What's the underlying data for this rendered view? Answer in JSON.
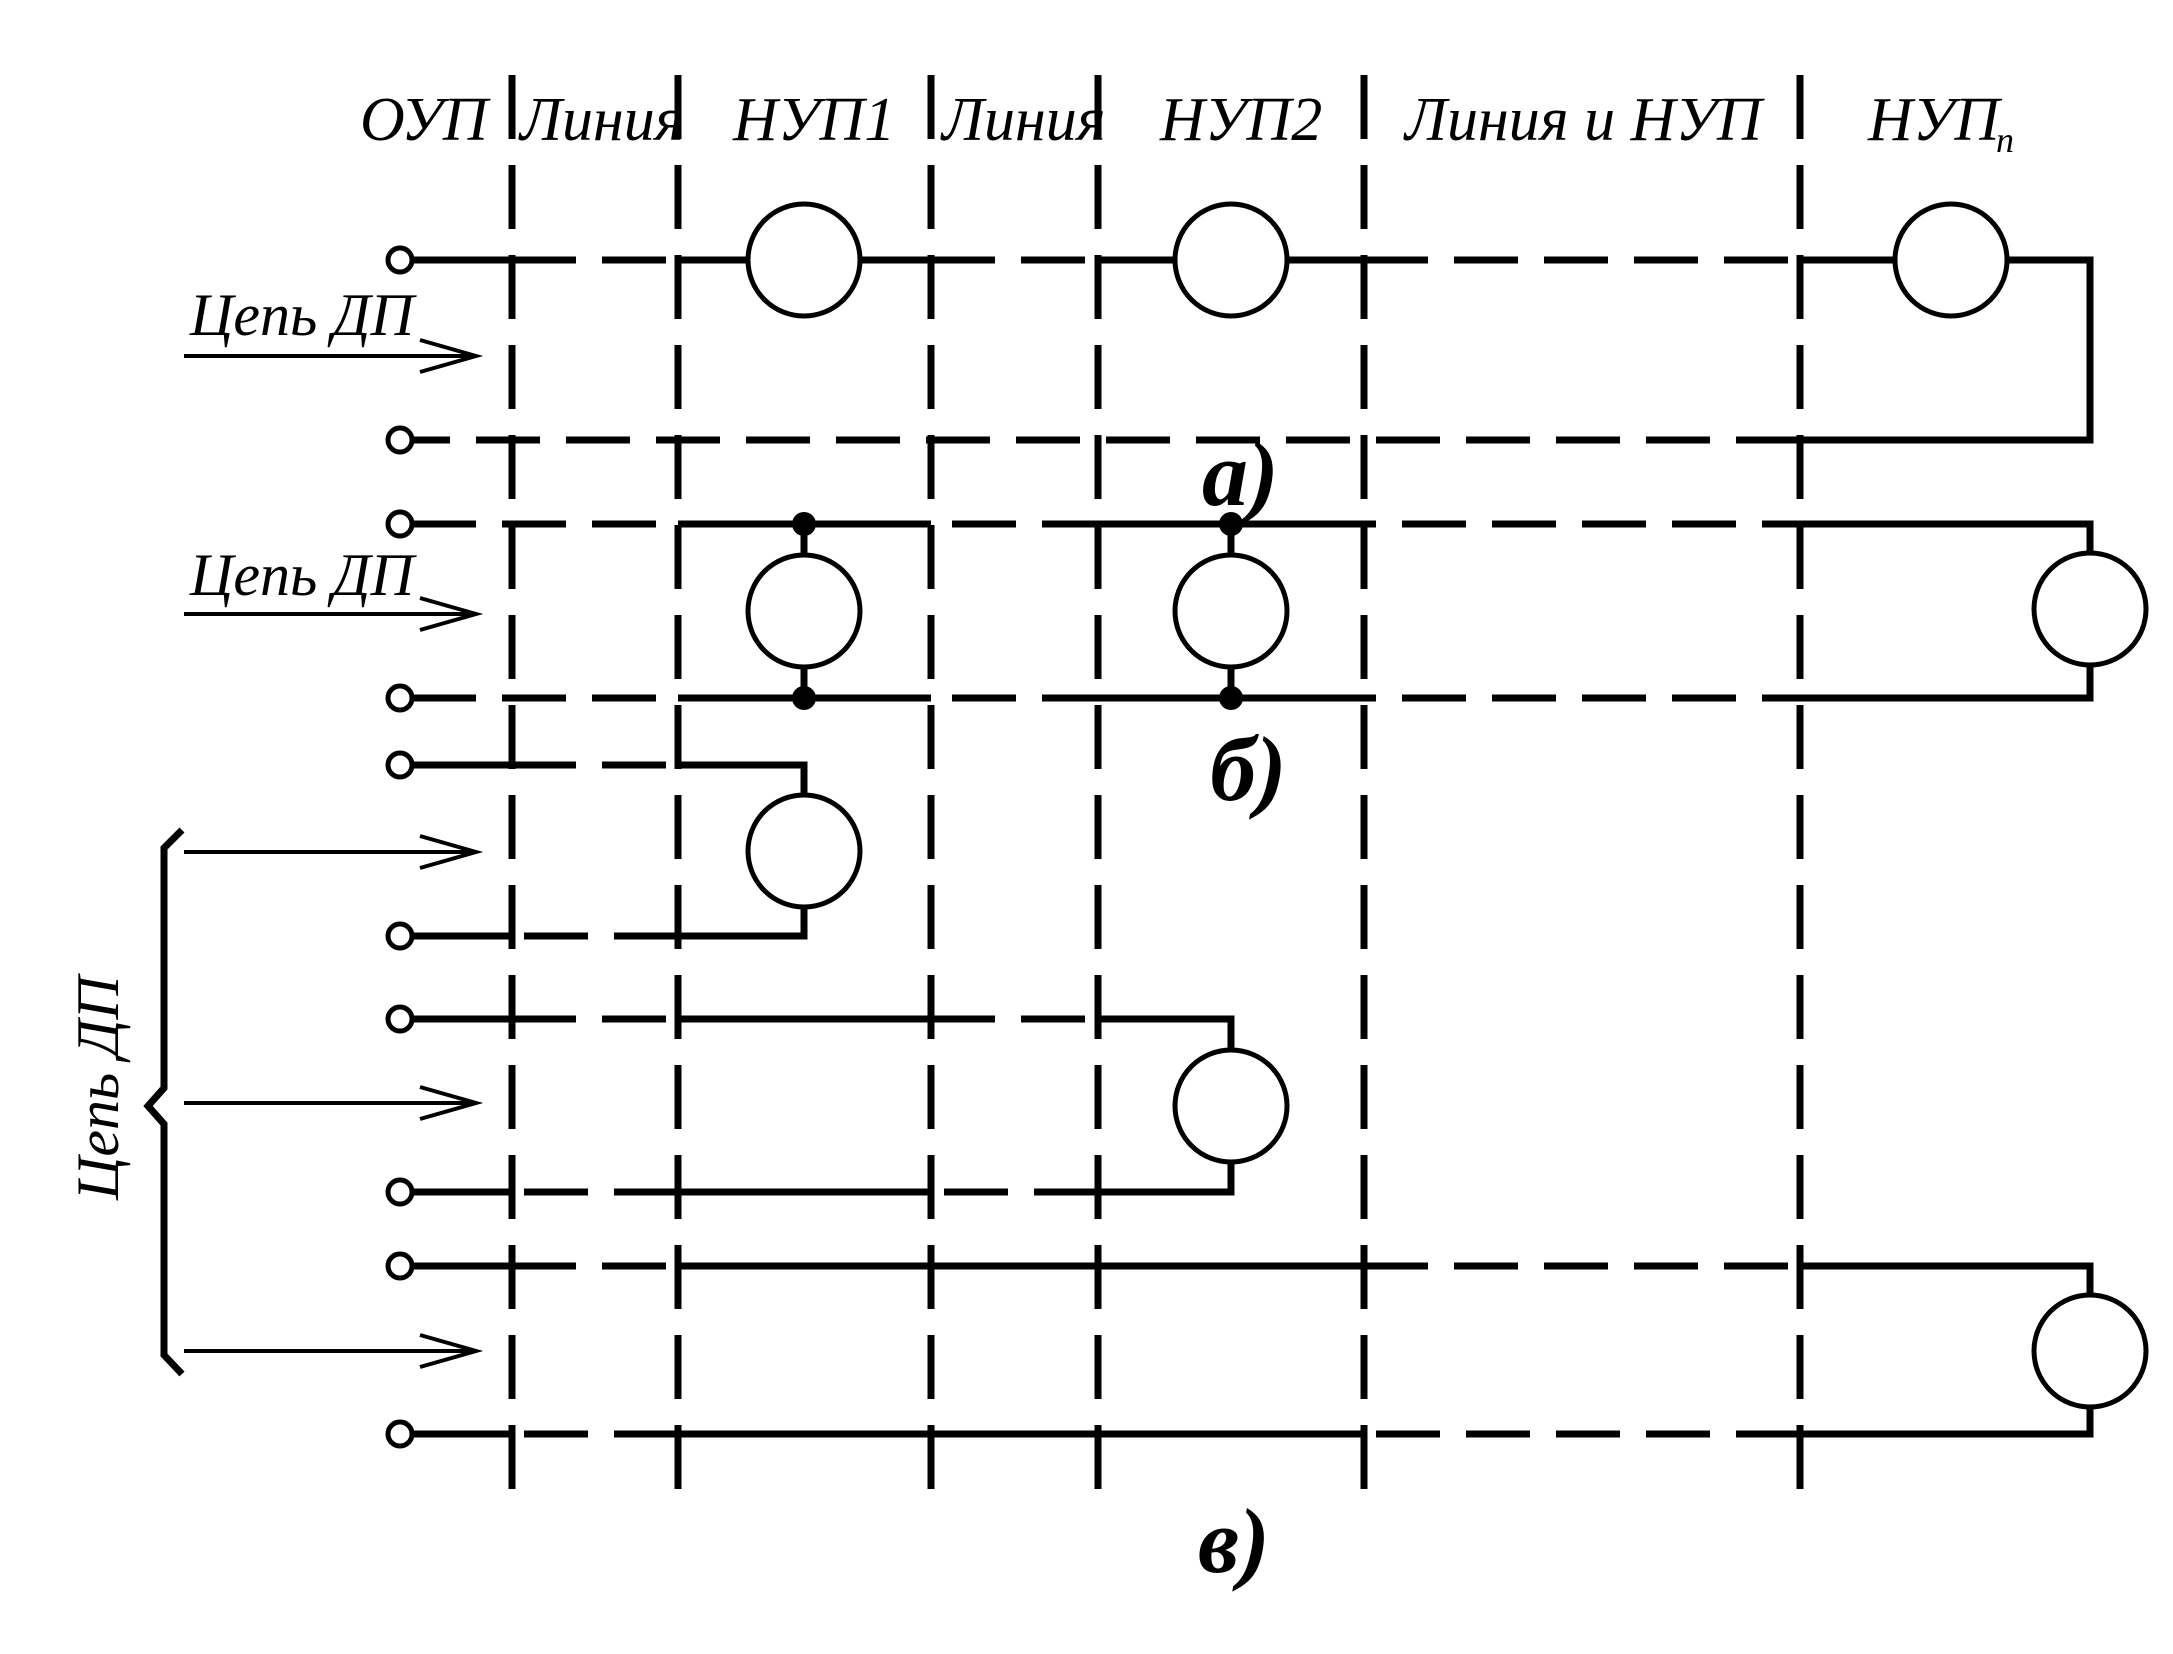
{
  "header": {
    "columns": [
      "ОУП",
      "Линия",
      "НУП1",
      "Линия",
      "НУП2",
      "Линия  и  НУП",
      "НУП"
    ],
    "nup_n_subscript": "n"
  },
  "labels": {
    "circuit_a": "Цепь ДП",
    "circuit_b": "Цепь ДП",
    "circuit_c": "Цепь ДП"
  },
  "parts": {
    "a": "а)",
    "b": "б)",
    "c": "в)"
  }
}
